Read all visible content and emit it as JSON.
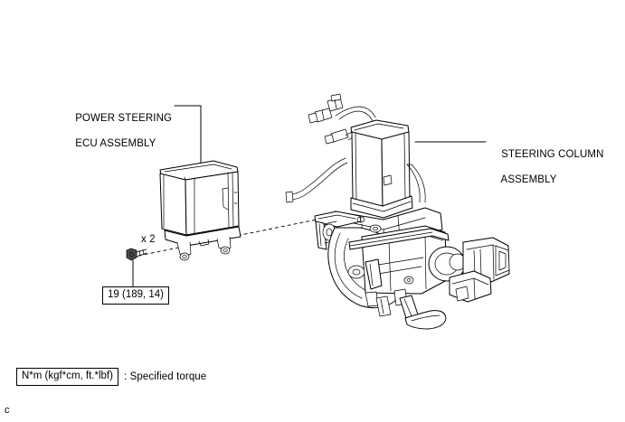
{
  "page": {
    "background_color": "#ffffff",
    "line_color": "#000000",
    "page_mark": "c"
  },
  "labels": {
    "ecu": {
      "line1": "POWER STEERING",
      "line2": "ECU ASSEMBLY",
      "full": "POWER STEERING ECU ASSEMBLY"
    },
    "column": {
      "line1": "STEERING COLUMN",
      "line2": "ASSEMBLY",
      "full": "STEERING COLUMN ASSEMBLY"
    },
    "bolt_quantity": "x 2"
  },
  "torque": {
    "bolt_spec": "19 (189, 14)",
    "legend_units": "N*m (kgf*cm, ft.*lbf)",
    "legend_meaning": ": Specified torque"
  },
  "parts": [
    {
      "name": "power-steering-ecu-assembly",
      "callout": "POWER STEERING ECU ASSEMBLY",
      "mounting_bolts": 2,
      "torque": "19 (189, 14)"
    },
    {
      "name": "steering-column-assembly",
      "callout": "STEERING COLUMN ASSEMBLY"
    }
  ]
}
